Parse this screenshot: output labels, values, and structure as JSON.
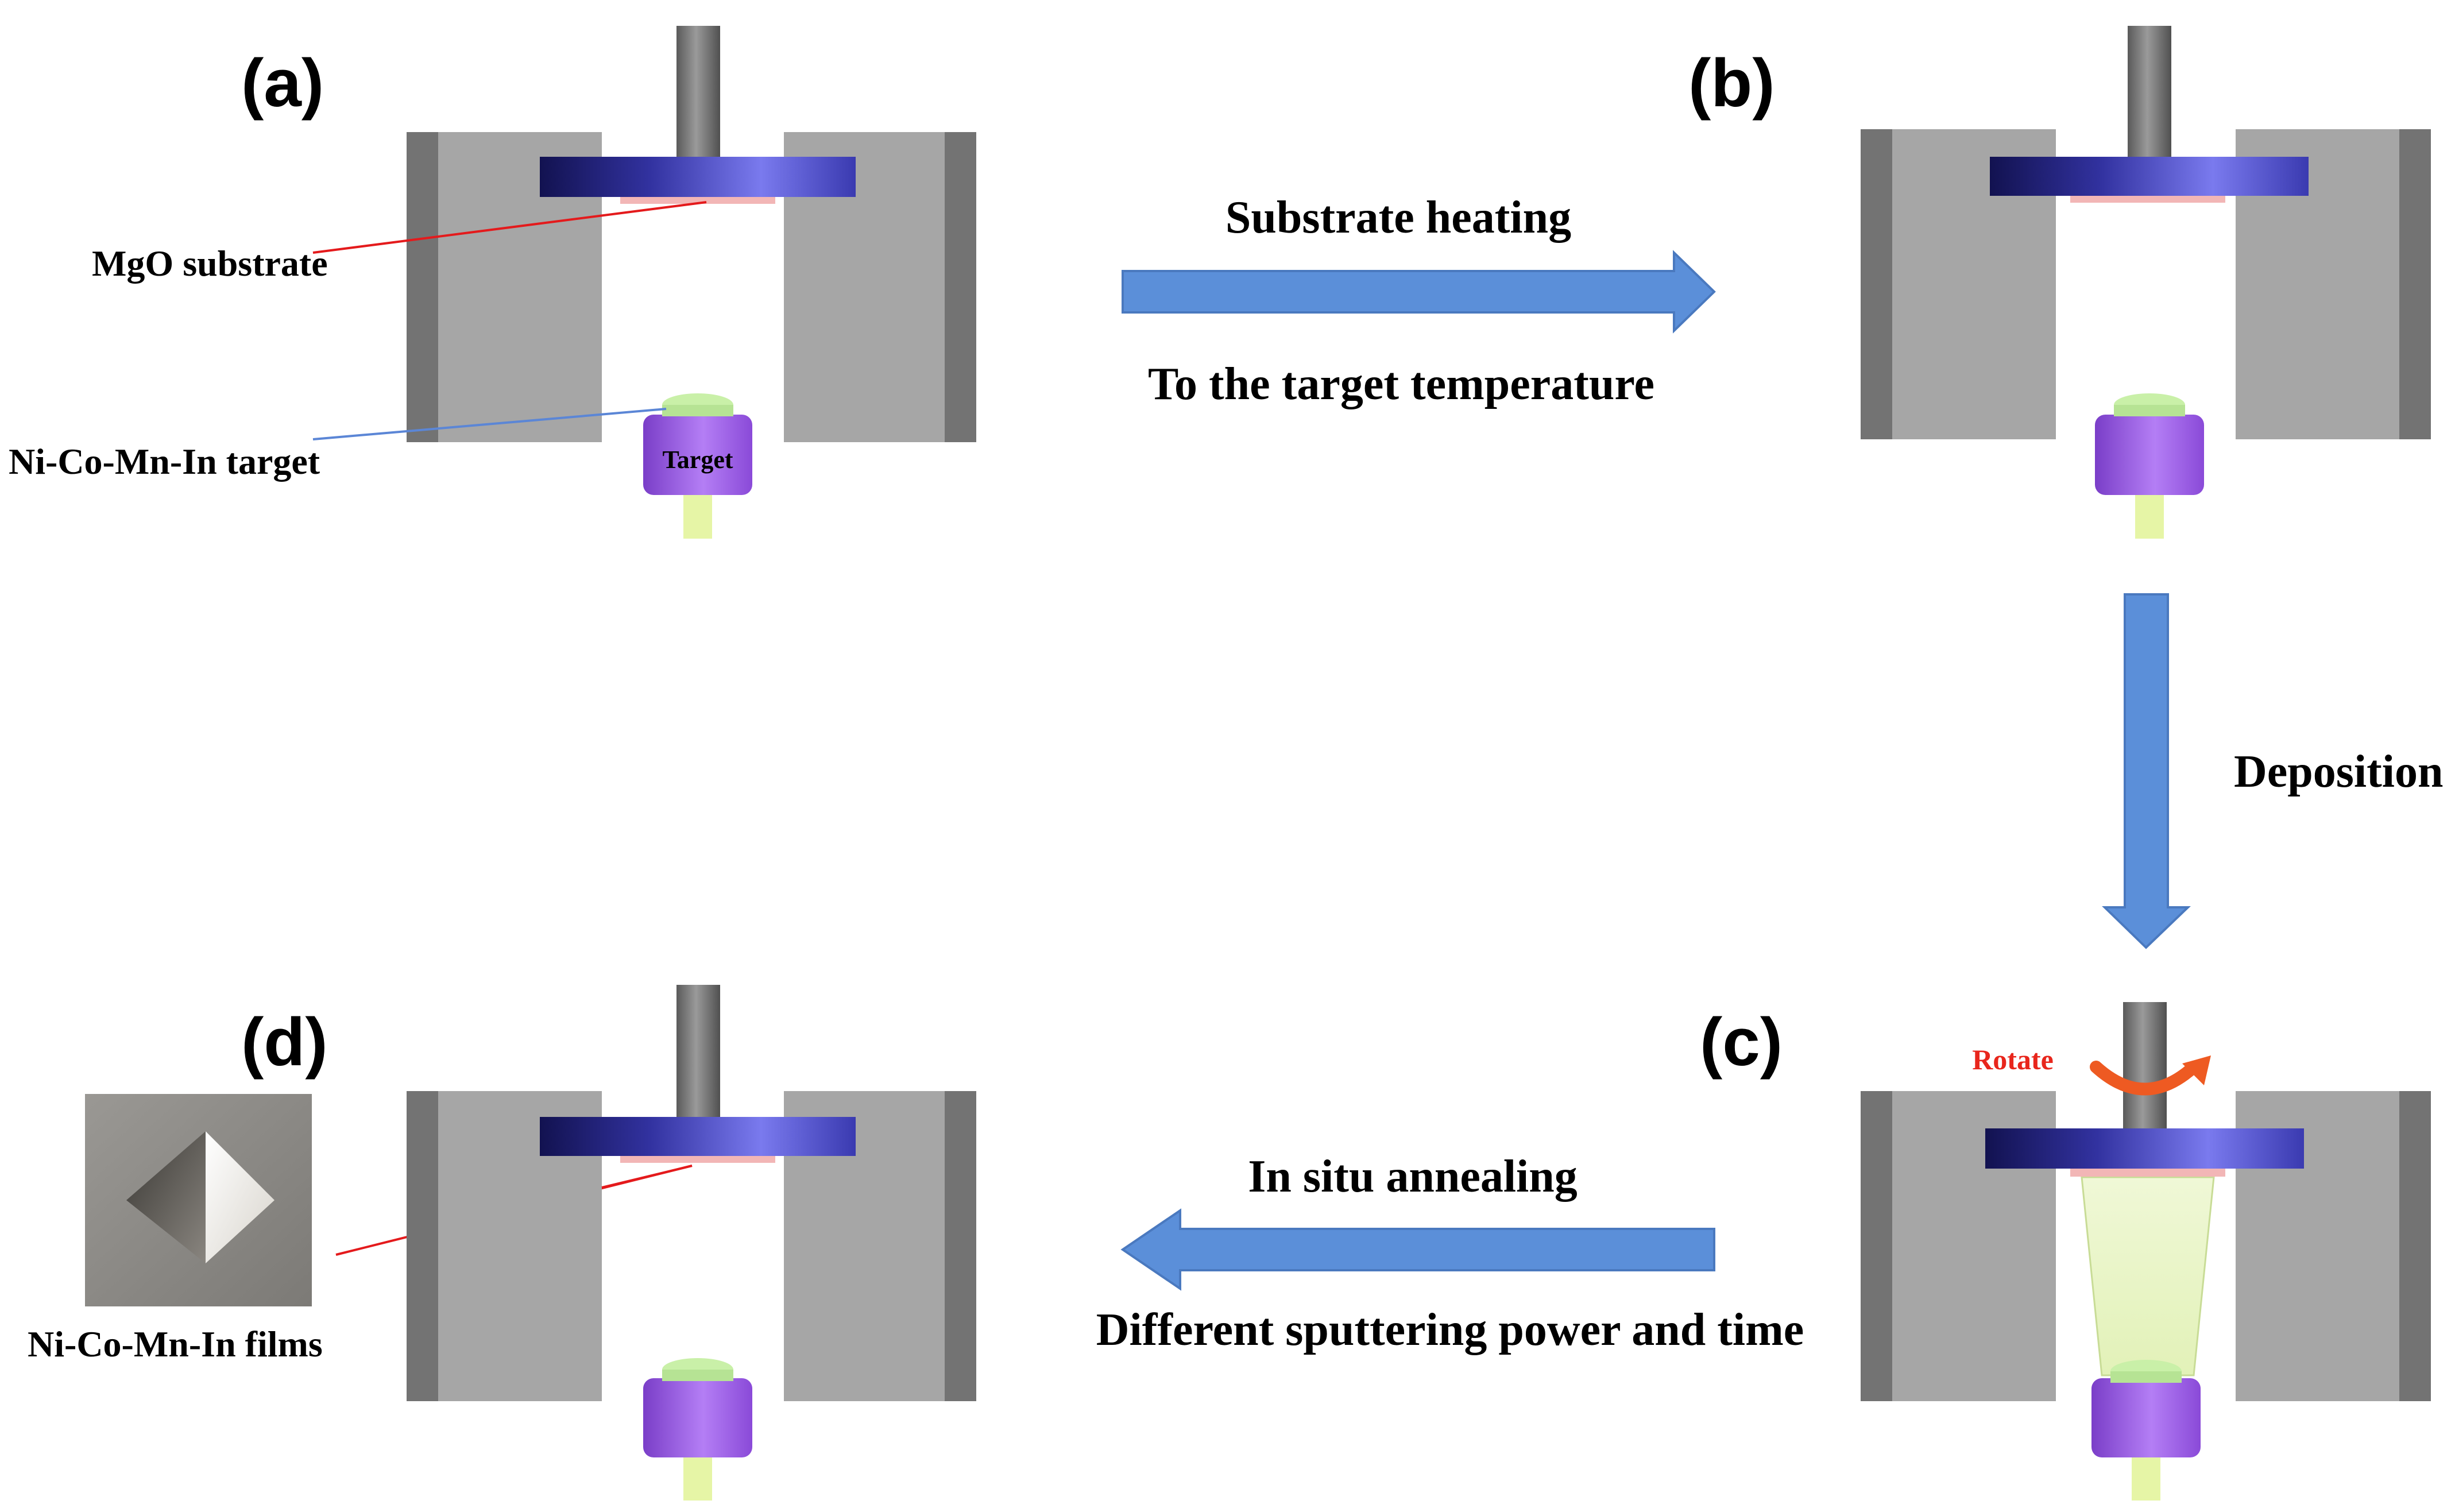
{
  "panels": {
    "a": "(a)",
    "b": "(b)",
    "c": "(c)",
    "d": "(d)"
  },
  "callouts": {
    "substrate": "MgO substrate",
    "target_material": "Ni-Co-Mn-In target",
    "target_label": "Target",
    "films": "Ni-Co-Mn-In films",
    "rotate": "Rotate"
  },
  "steps": {
    "heating_top": "Substrate heating",
    "heating_bottom": "To the target temperature",
    "deposition": "Deposition",
    "annealing_top": "In situ annealing",
    "annealing_bottom": "Different sputtering power and time"
  },
  "colors": {
    "chamber": "#a6a6a6",
    "chamber_dark": "#737373",
    "shaft": "#6e6e6e",
    "holder": "#2d2d8a",
    "substrate": "#f2b6b6",
    "target_top": "#c9f0a8",
    "target_body": "#a25ee6",
    "stem": "#e6f5a6",
    "arrow": "#5b8fd9",
    "leader_red": "#e41a1c",
    "leader_blue": "#5b86d6"
  }
}
